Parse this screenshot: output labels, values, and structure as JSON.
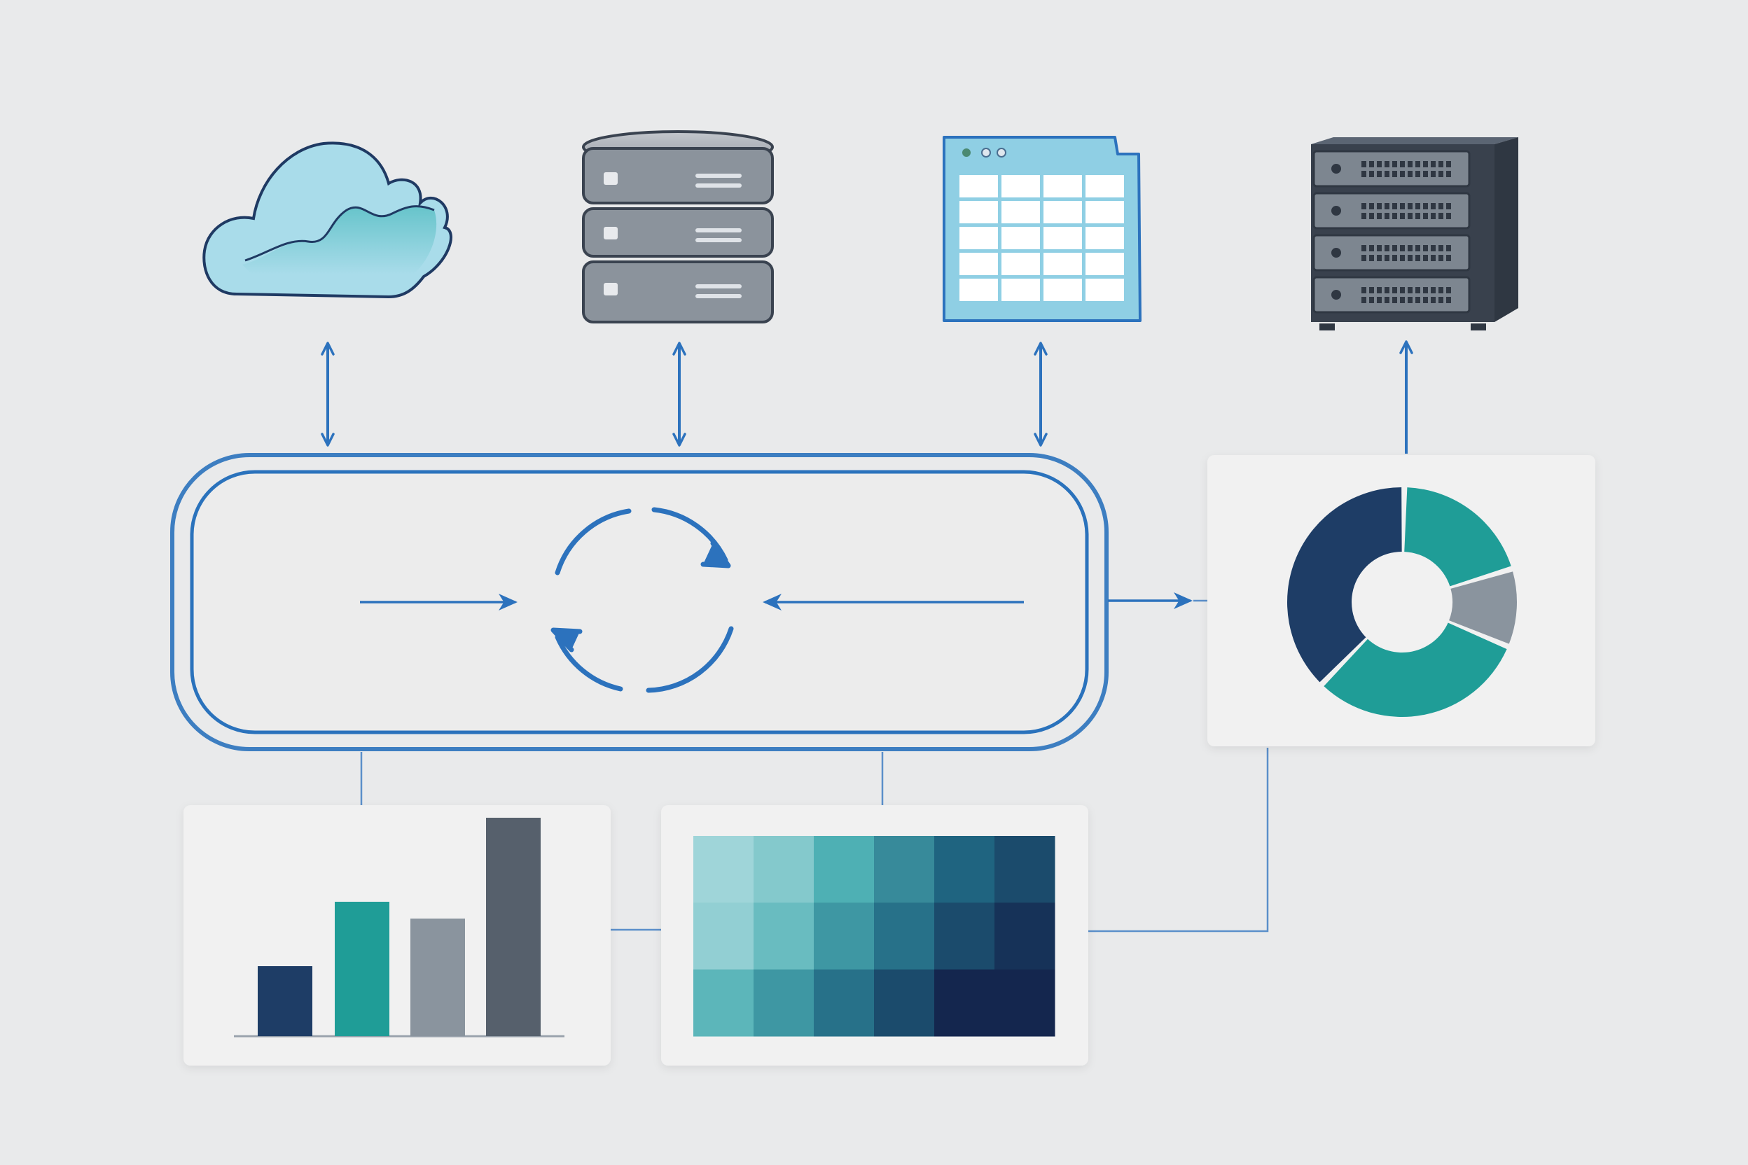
{
  "colors": {
    "background": "#e9eaeb",
    "hub_stroke": "#2a72bc",
    "arrow": "#2c72bd",
    "connector": "#5b8fca",
    "panel": "#f1f1f1",
    "navy": "#1e3d66",
    "teal": "#1f9d97",
    "gray": "#8a949e",
    "slate": "#56606c",
    "server_dark": "#39414d",
    "cloud_fill": "#a9dcea",
    "spreadsheet_fill": "#8fcfe4"
  },
  "icons": {
    "cloud": "cloud-icon",
    "database": "database-icon",
    "spreadsheet": "spreadsheet-icon",
    "server": "server-rack-icon",
    "sync": "sync-icon"
  },
  "diagram": {
    "sources": [
      "cloud",
      "database",
      "spreadsheet"
    ],
    "output": "server-rack",
    "hub": "processing-hub",
    "panels": [
      "donut-chart",
      "bar-chart",
      "heatmap"
    ]
  },
  "chart_data": [
    {
      "type": "pie",
      "values": [
        38,
        20,
        11,
        31
      ],
      "colors": [
        "#1e3d66",
        "#1f9d97",
        "#8a949e",
        "#1f9d97"
      ],
      "donut": true
    },
    {
      "type": "bar",
      "categories": [
        "",
        "",
        "",
        ""
      ],
      "values": [
        2.5,
        4.8,
        4.2,
        7.8
      ],
      "colors": [
        "#1e3d66",
        "#1f9d97",
        "#8a949e",
        "#56606c"
      ],
      "ylim": [
        0,
        8
      ]
    },
    {
      "type": "heatmap",
      "rows": 3,
      "cols": 6,
      "values": [
        [
          0.15,
          0.25,
          0.45,
          0.6,
          0.75,
          0.85
        ],
        [
          0.2,
          0.35,
          0.55,
          0.7,
          0.85,
          0.95
        ],
        [
          0.4,
          0.55,
          0.7,
          0.85,
          1.0,
          1.0
        ]
      ]
    }
  ]
}
